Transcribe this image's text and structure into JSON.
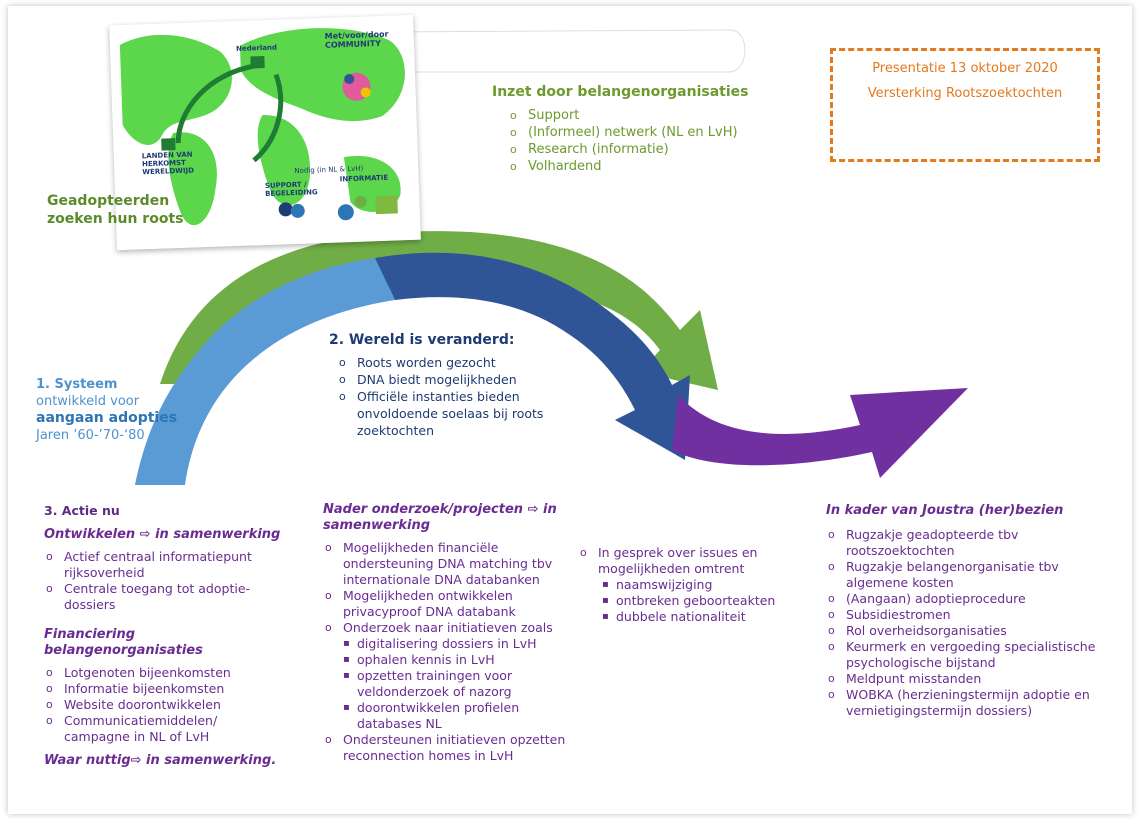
{
  "presentation": {
    "line1": "Presentatie 13 oktober 2020",
    "line2": "Versterking Rootszoektochten"
  },
  "map": {
    "labels": {
      "community": "Met/voor/door COMMUNITY",
      "nederland": "Nederland",
      "landen": "LANDEN VAN HERKOMST WERELDWIJD",
      "nodig": "Nodig (in NL & LvH)",
      "support": "SUPPORT / BEGELEIDING",
      "informatie": "INFORMATIE"
    }
  },
  "geadopteerden": {
    "line1": "Geadopteerden",
    "line2": "zoeken hun roots"
  },
  "inzet": {
    "title": "Inzet door belangenorganisaties",
    "items": [
      "Support",
      "(Informeel) netwerk (NL en LvH)",
      "Research (informatie)",
      "Volhardend"
    ]
  },
  "systeem": {
    "line1": "1. Systeem",
    "line2": "ontwikkeld voor",
    "line3": "aangaan adopties",
    "line4": "Jaren ’60-’70-‘80"
  },
  "wereld": {
    "title": "2. Wereld is veranderd:",
    "items": [
      "Roots worden gezocht",
      "DNA biedt mogelijkheden",
      "Officiële instanties bieden onvoldoende soelaas bij roots zoektochten"
    ]
  },
  "actie": {
    "title": "3. Actie nu",
    "ontwikkelen": "Ontwikkelen ⇨ in samenwerking",
    "ontwikkelen_items": [
      "Actief centraal informatiepunt rijksoverheid",
      "Centrale toegang tot adoptie-dossiers"
    ],
    "financiering": "Financiering belangenorganisaties",
    "financiering_items": [
      "Lotgenoten bijeenkomsten",
      "Informatie bijeenkomsten",
      "Website doorontwikkelen",
      "Communicatiemiddelen/ campagne in NL of LvH"
    ],
    "waar": "Waar nuttig⇨ in samenwerking."
  },
  "nader": {
    "title": "Nader onderzoek/projecten ⇨ in samenwerking",
    "item1": "Mogelijkheden financiële ondersteuning DNA matching tbv internationale DNA databanken",
    "item2": "Mogelijkheden ontwikkelen privacyproof DNA databank",
    "item3": "Onderzoek naar initiatieven zoals",
    "sub": [
      "digitalisering dossiers in LvH",
      "ophalen kennis in LvH",
      "opzetten trainingen voor veldonderzoek of nazorg",
      "doorontwikkelen profielen databases NL"
    ],
    "item4": "Ondersteunen initiatieven opzetten reconnection homes in LvH"
  },
  "gesprek": {
    "intro": "In gesprek over issues en mogelijkheden omtrent",
    "items": [
      "naamswijziging",
      "ontbreken geboorteakten",
      "dubbele nationaliteit"
    ]
  },
  "joustra": {
    "title": "In kader van Joustra (her)bezien",
    "items": [
      "Rugzakje geadopteerde tbv rootszoektochten",
      "Rugzakje belangenorganisatie tbv algemene kosten",
      "(Aangaan) adoptieprocedure",
      "Subsidiestromen",
      "Rol overheidsorganisaties",
      "Keurmerk en vergoeding specialistische psychologische bijstand",
      "Meldpunt misstanden",
      "WOBKA (herzieningstermijn adoptie en vernietigingstermijn dossiers)"
    ]
  },
  "colors": {
    "green": "#6fa838",
    "lightblue": "#5b9bd5",
    "navy": "#2f4f94",
    "purple": "#7030a0",
    "orange": "#e27a1e"
  }
}
